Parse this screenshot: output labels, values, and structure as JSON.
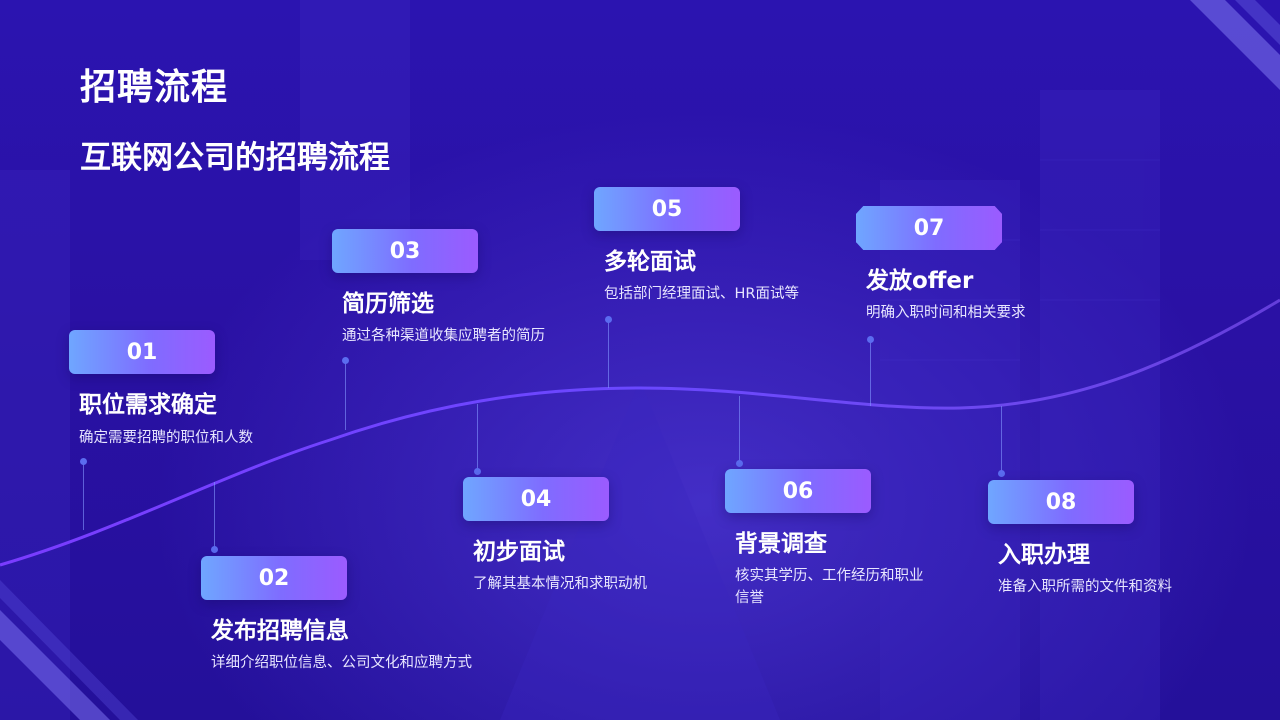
{
  "title": "招聘流程",
  "subtitle": "互联网公司的招聘流程",
  "steps": [
    {
      "num": "01",
      "title": "职位需求确定",
      "desc": "确定需要招聘的职位和人数"
    },
    {
      "num": "02",
      "title": "发布招聘信息",
      "desc": "详细介绍职位信息、公司文化和应聘方式"
    },
    {
      "num": "03",
      "title": "简历筛选",
      "desc": "通过各种渠道收集应聘者的简历"
    },
    {
      "num": "04",
      "title": "初步面试",
      "desc": "了解其基本情况和求职动机"
    },
    {
      "num": "05",
      "title": "多轮面试",
      "desc": "包括部门经理面试、HR面试等"
    },
    {
      "num": "06",
      "title": "背景调查",
      "desc": "核实其学历、工作经历和职业信誉"
    },
    {
      "num": "07",
      "title": "发放offer",
      "desc": "明确入职时间和相关要求"
    },
    {
      "num": "08",
      "title": "入职办理",
      "desc": "准备入职所需的文件和资料"
    }
  ],
  "colors": {
    "background": "#2a12a8",
    "badge_start": "#6fa6ff",
    "badge_end": "#9b5bff",
    "curve": "#6a48ff"
  }
}
